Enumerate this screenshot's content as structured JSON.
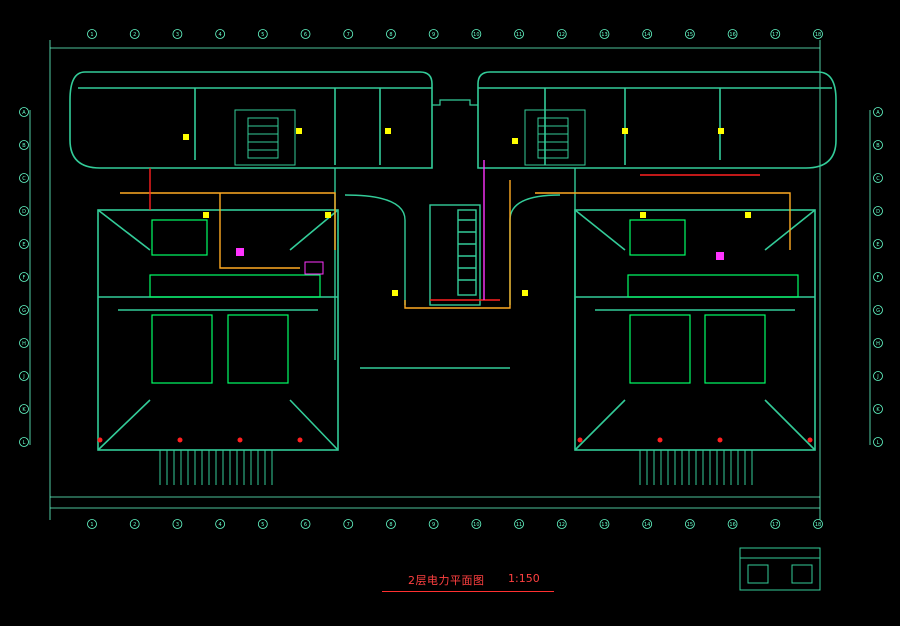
{
  "drawing": {
    "title": "2层电力平面图",
    "scale": "1:150",
    "grid_top": [
      "1",
      "2",
      "3",
      "4",
      "5",
      "6",
      "7",
      "8",
      "9",
      "10",
      "11",
      "12",
      "13",
      "14",
      "15",
      "16",
      "17",
      "18"
    ],
    "grid_side": [
      "A",
      "B",
      "C",
      "D",
      "E",
      "F",
      "G",
      "H",
      "J",
      "K",
      "L"
    ]
  },
  "colors": {
    "background": "#000000",
    "wall": "#33cc99",
    "wall_bright": "#00ff66",
    "dimension": "#66ffcc",
    "circuit_orange": "#ffaa22",
    "circuit_red": "#ff2020",
    "device_yellow": "#ffff00",
    "device_magenta": "#ff33ff",
    "title_red": "#ff4040"
  }
}
